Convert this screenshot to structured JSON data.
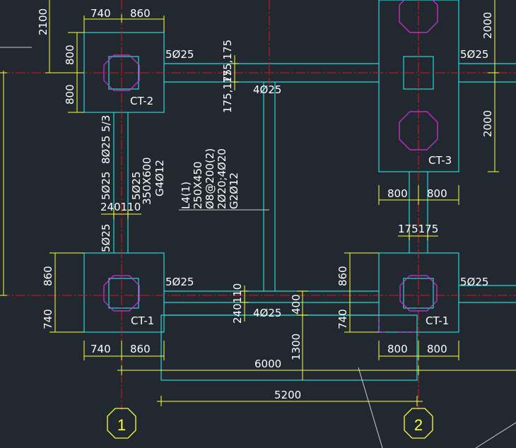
{
  "drawing": {
    "colors": {
      "background": "#212830",
      "outline": "#26d7d7",
      "axis": "#e01818",
      "dimension": "#ffff33",
      "pile": "#d733d7",
      "text": "#ffffff"
    },
    "dimensions": {
      "d740_top": "740",
      "d860_top": "860",
      "d2100": "2100",
      "d800_a": "800",
      "d800_b": "800",
      "d175_175_a": "175,175",
      "d175_175_b": "175,175",
      "d2000_a": "2000",
      "d2000_b": "2000",
      "d800_c": "800",
      "d800_d": "800",
      "d240110_a": "240110",
      "d175_pair": "175175",
      "d860_left": "860",
      "d740_left": "740",
      "d860_right": "860",
      "d740_right": "740",
      "d240110_b": "240110",
      "d400": "400",
      "d1300": "1300",
      "d740_bot": "740",
      "d860_bot": "860",
      "d800_e": "800",
      "d800_f": "800",
      "d6000": "6000",
      "d5200": "5200"
    },
    "labels": {
      "rebar_5025_a": "5Ø25",
      "rebar_4025_top": "4Ø25",
      "rebar_5025_b": "5Ø25",
      "rebar_8025": "8Ø25 5/3",
      "rebar_5025_c": "5Ø25",
      "beam_5025": "5Ø25",
      "beam_350x600": "350X600",
      "beam_g4012": "G4Ø12",
      "rebar_5025_d": "5Ø25",
      "rebar_5025_e": "5Ø25",
      "rebar_4025_bot": "4Ø25",
      "rebar_5025_f": "5Ø25",
      "ct2": "CT-2",
      "ct3": "CT-3",
      "ct1_left": "CT-1",
      "ct1_right": "CT-1",
      "l4_1": "L4(1)",
      "l4_2": "250X450",
      "l4_3": "Ø8@200(2)",
      "l4_4": "2Ø20;4Ø20",
      "l4_5": "G2Ø12"
    },
    "axes": {
      "axis1": "1",
      "axis2": "2"
    }
  }
}
